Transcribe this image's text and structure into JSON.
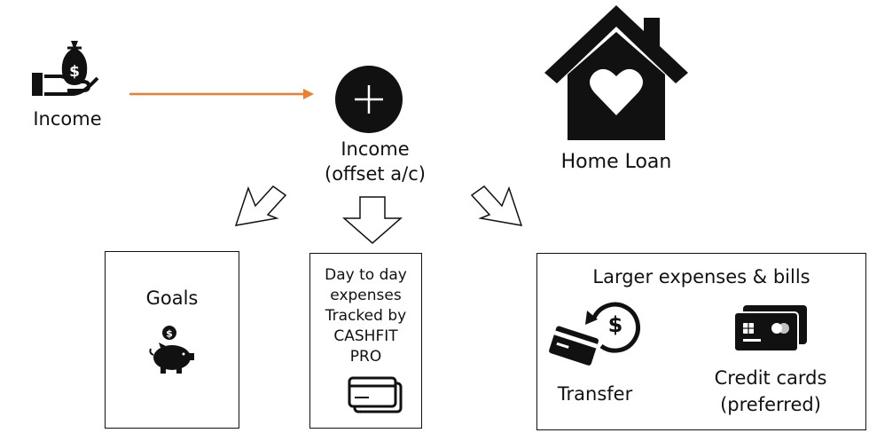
{
  "income_source": {
    "label": "Income",
    "icon": "money-bag-hand-icon"
  },
  "offset_account": {
    "line1": "Income",
    "line2": "(offset a/c)",
    "icon": "plus-circle-icon"
  },
  "home_loan": {
    "label": "Home Loan",
    "icon": "house-heart-icon"
  },
  "goals": {
    "title": "Goals",
    "icon": "piggy-bank-icon"
  },
  "day_to_day": {
    "lines": [
      "Day to day",
      "expenses",
      "Tracked by",
      "CASHFIT",
      "PRO"
    ],
    "icon": "cards-icon"
  },
  "larger_expenses": {
    "title": "Larger expenses & bills",
    "transfer_label": "Transfer",
    "credit_line1": "Credit cards",
    "credit_line2": "(preferred)"
  },
  "colors": {
    "arrow": "#ed7d31",
    "ink": "#111111",
    "bg": "#ffffff"
  }
}
